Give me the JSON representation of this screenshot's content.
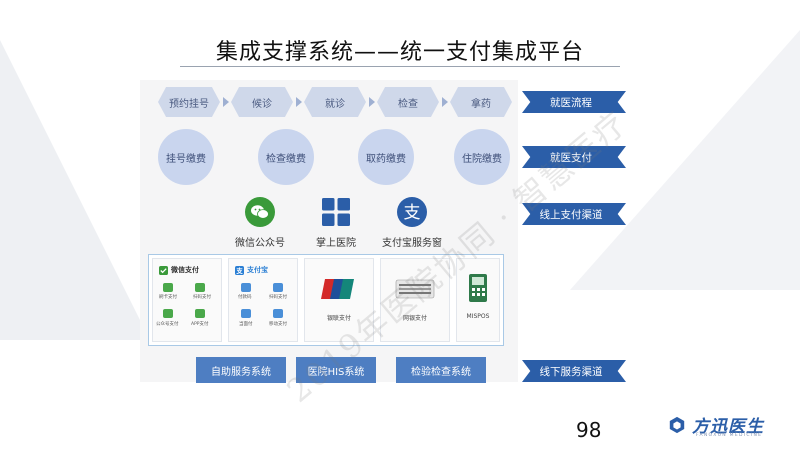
{
  "title": "集成支撑系统——统一支付集成平台",
  "flow_steps": [
    "预约挂号",
    "候诊",
    "就诊",
    "检查",
    "拿药"
  ],
  "payments": [
    "挂号缴费",
    "检查缴费",
    "取药缴费",
    "住院缴费"
  ],
  "channels": [
    {
      "label": "微信公众号",
      "icon": "wechat-icon"
    },
    {
      "label": "掌上医院",
      "icon": "grid-app-icon"
    },
    {
      "label": "支付宝服务窗",
      "icon": "alipay-icon"
    }
  ],
  "cards": {
    "wechat": {
      "title": "微信支付",
      "items": [
        "刷卡支付",
        "扫码支付",
        "公众号支付",
        "APP支付"
      ]
    },
    "alipay": {
      "title": "支付宝",
      "items": [
        "付款码",
        "扫码支付",
        "当面付",
        "移动支付"
      ]
    },
    "unionpay": {
      "label": "银联支付"
    },
    "netbank": {
      "label": "网银支付"
    },
    "mispos": {
      "label": "MISPOS"
    }
  },
  "offline_buttons": [
    "自助服务系统",
    "医院HIS系统",
    "检验检查系统"
  ],
  "tags": [
    "就医流程",
    "就医支付",
    "线上支付渠道",
    "线下服务渠道"
  ],
  "watermark": "2019年医院协同 · 智慧医疗",
  "page_number": "98",
  "logo": {
    "text": "方迅医生",
    "subtitle": "FANGXUN MEDICINE"
  },
  "colors": {
    "accent": "#2b5ea8",
    "button": "#4e7ec2",
    "hex": "#cfd8ea",
    "circle": "#c9d5ee"
  }
}
